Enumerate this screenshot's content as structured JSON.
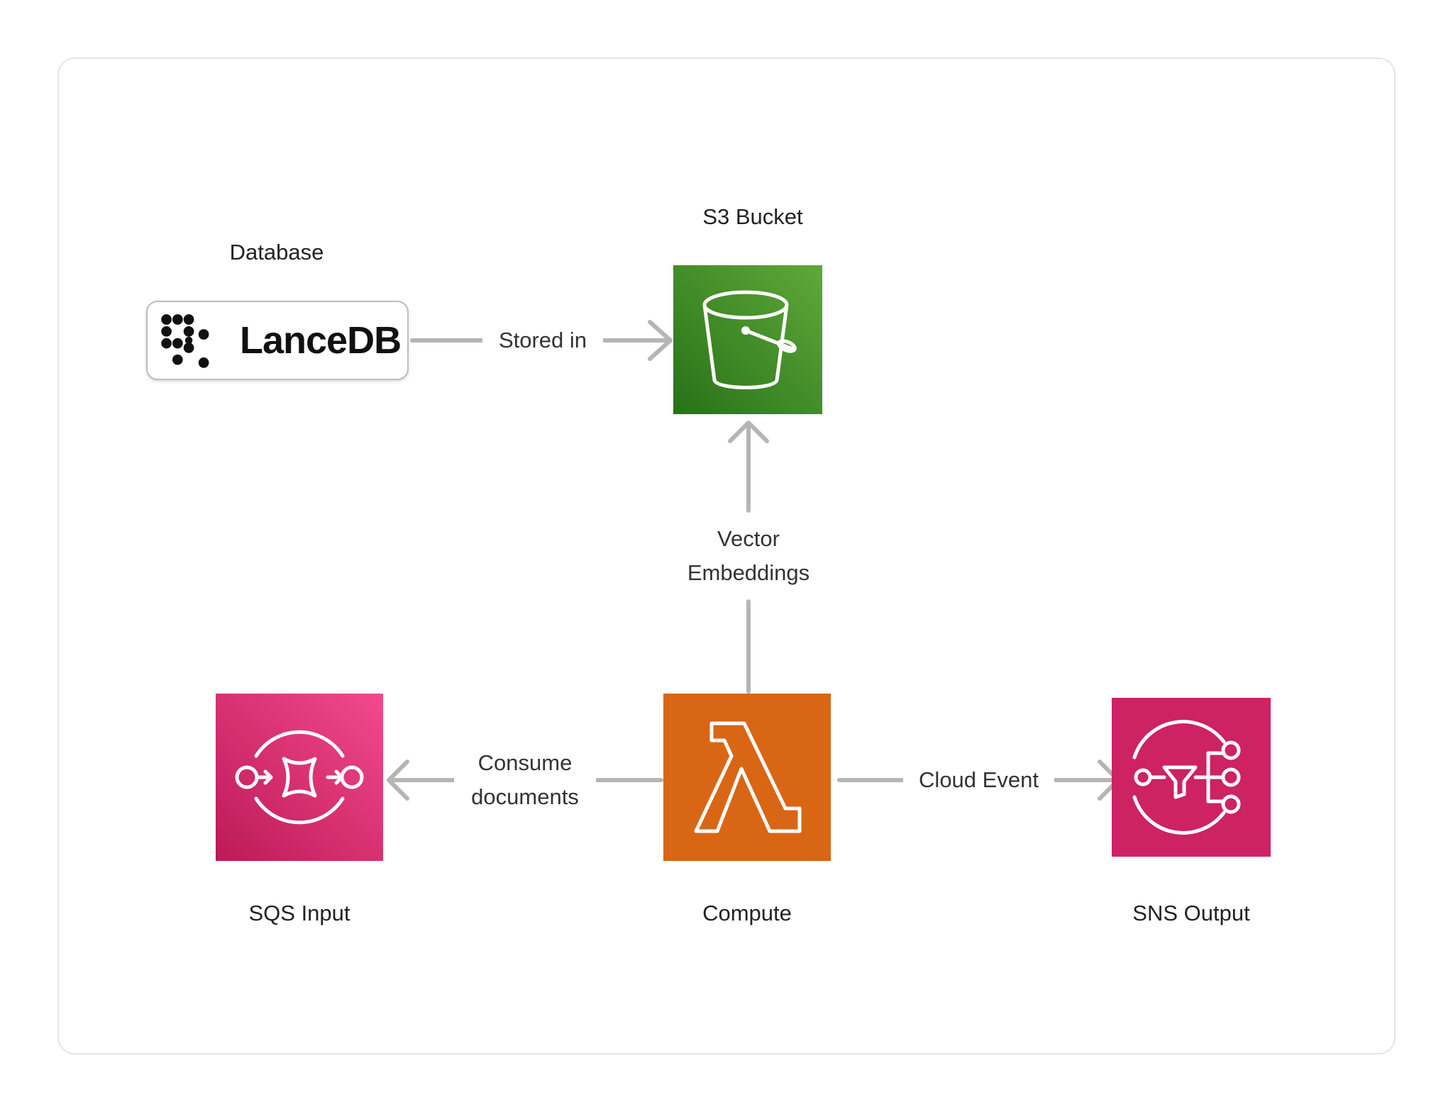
{
  "nodes": {
    "database": {
      "title": "Database",
      "logo_text": "LanceDB"
    },
    "s3": {
      "title": "S3 Bucket",
      "color_top": "#5aa436",
      "color_bottom": "#2a7a1c"
    },
    "sqs": {
      "title": "SQS Input",
      "color_top": "#f14b8e",
      "color_bottom": "#bf1a5c"
    },
    "lambda": {
      "title": "Compute",
      "color": "#d86613"
    },
    "sns": {
      "title": "SNS Output",
      "color": "#cf2462"
    }
  },
  "edges": {
    "stored_in": "Stored in",
    "vector_line1": "Vector",
    "vector_line2": "Embeddings",
    "consume_line1": "Consume",
    "consume_line2": "documents",
    "cloud_event": "Cloud Event"
  },
  "colors": {
    "edge": "#b5b5b5",
    "border": "#e6e6e6"
  },
  "icons": [
    "lancedb-logo-icon",
    "s3-bucket-icon",
    "sqs-queue-icon",
    "lambda-icon",
    "sns-topic-icon",
    "arrow-icon"
  ]
}
